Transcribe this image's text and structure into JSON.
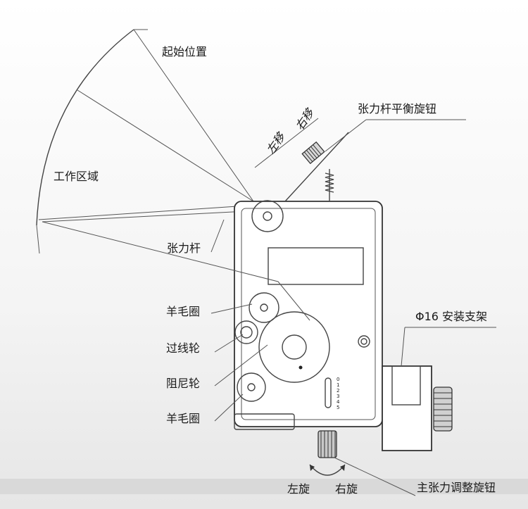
{
  "labels": {
    "start_position": "起始位置",
    "work_area": "工作区域",
    "shift_left": "左移",
    "shift_right": "右移",
    "balance_knob": "张力杆平衡旋钮",
    "tension_rod": "张力杆",
    "felt_ring_top": "羊毛圈",
    "guide_wheel": "过线轮",
    "damping_wheel": "阻尼轮",
    "felt_ring_bottom": "羊毛圈",
    "bracket": "Φ16 安装支架",
    "turn_left": "左旋",
    "turn_right": "右旋",
    "main_knob": "主张力调整旋钮"
  },
  "scale_marks": [
    "0",
    "1",
    "2",
    "3",
    "4",
    "5"
  ]
}
